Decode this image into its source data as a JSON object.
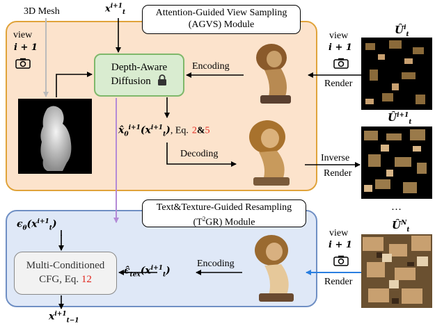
{
  "panels": {
    "agvs_title_line1": "Attention-Guided View Sampling",
    "agvs_title_line2": "(AGVS) Module",
    "t2gr_title_line1": "Text&Texture-Guided Resampling",
    "t2gr_title_pre": "(T",
    "t2gr_title_sup": "2",
    "t2gr_title_post": "GR) Module"
  },
  "nodes": {
    "depth_line1": "Depth-Aware",
    "depth_line2": "Diffusion",
    "cfg_line1": "Multi-Conditioned",
    "cfg_line2_pre": "CFG, Eq.",
    "cfg_line2_ref": "12"
  },
  "labels": {
    "mesh": "3D Mesh",
    "view": "view",
    "encoding": "Encoding",
    "decoding": "Decoding",
    "render": "Render",
    "inverse": "Inverse",
    "ellipsis": "…",
    "eq_pre": ", Eq.",
    "eq_ref1": "2",
    "eq_amp": "&",
    "eq_ref2": "5"
  },
  "math": {
    "x_t": "x",
    "i_plus_1": "i+1",
    "t": "t",
    "t_minus_1": "t−1",
    "x0_hat": "x̂",
    "zero": "0",
    "eps_theta": "ϵ",
    "theta": "θ",
    "eps_tex": "ϵ̂",
    "tex": "tex",
    "U_hat": "Û",
    "U_i": "i",
    "U_ip1": "i+1",
    "U_N": "N",
    "view_i_plus_1": "i + 1"
  },
  "colors": {
    "agvs_fill": "#fce3cc",
    "agvs_border": "#e0a33a",
    "t2gr_fill": "#dfe8f7",
    "t2gr_border": "#6f8fc4",
    "green_fill": "#d9ecd0",
    "purple_arrow": "#b38ad6",
    "blue_arrow": "#2a7fe0",
    "red_ref": "#e0241b"
  }
}
